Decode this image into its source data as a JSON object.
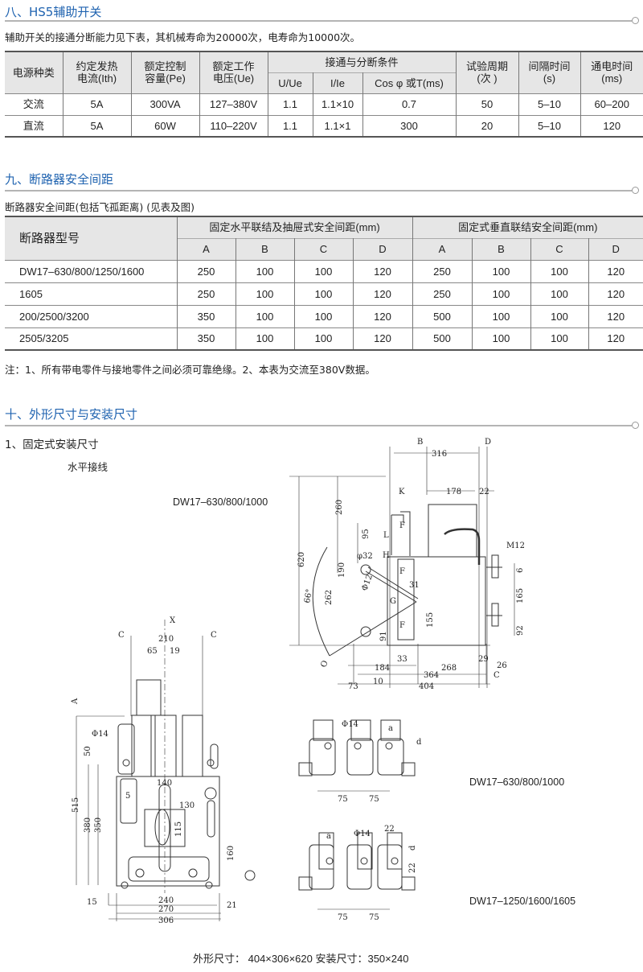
{
  "section8": {
    "title": "八、HS5辅助开关",
    "intro": "辅助开关的接通分断能力见下表，其机械寿命为20000次，电寿命为10000次。",
    "headers": {
      "power_type": "电源种类",
      "ith": [
        "约定发热",
        "电流(Ith)"
      ],
      "pe": [
        "额定控制",
        "容量(Pe)"
      ],
      "ue": [
        "额定工作",
        "电压(Ue)"
      ],
      "conditions": "接通与分断条件",
      "u_ue": "U/Ue",
      "i_ie": "I/Ie",
      "cos": "Cos φ 或T(ms)",
      "cycles": [
        "试验周期",
        "(次 )"
      ],
      "interval": [
        "间隔时间",
        "(s)"
      ],
      "on_time": [
        "通电时间",
        "(ms)"
      ]
    },
    "rows": [
      [
        "交流",
        "5A",
        "300VA",
        "127–380V",
        "1.1",
        "1.1×10",
        "0.7",
        "50",
        "5–10",
        "60–200"
      ],
      [
        "直流",
        "5A",
        "60W",
        "110–220V",
        "1.1",
        "1.1×1",
        "300",
        "20",
        "5–10",
        "120"
      ]
    ]
  },
  "section9": {
    "title": "九、断路器安全间距",
    "intro": "断路器安全间距(包括飞孤距离) (见表及图)",
    "headers": {
      "model": "断路器型号",
      "horizontal": "固定水平联结及抽屉式安全间距(mm)",
      "vertical": "固定式垂直联结安全间距(mm)",
      "cols": [
        "A",
        "B",
        "C",
        "D",
        "A",
        "B",
        "C",
        "D"
      ]
    },
    "rows": [
      [
        "DW17–630/800/1250/1600",
        "250",
        "100",
        "100",
        "120",
        "250",
        "100",
        "100",
        "120"
      ],
      [
        "1605",
        "250",
        "100",
        "100",
        "120",
        "250",
        "100",
        "100",
        "120"
      ],
      [
        "200/2500/3200",
        "350",
        "100",
        "100",
        "120",
        "500",
        "100",
        "100",
        "120"
      ],
      [
        "2505/3205",
        "350",
        "100",
        "100",
        "120",
        "500",
        "100",
        "100",
        "120"
      ]
    ],
    "note": "注：1、所有带电零件与接地零件之间必须可靠绝缘。2、本表为交流至380V数据。"
  },
  "section10": {
    "title": "十、外形尺寸与安装尺寸",
    "sub1": "1、固定式安装尺寸",
    "wiring": "水平接线",
    "model_side": "DW17–630/800/1000",
    "model_mid": "DW17–630/800/1000",
    "model_bottom": "DW17–1250/1600/1605",
    "summary": "外形尺寸：  404×306×620     安装尺寸：350×240",
    "side_labels": {
      "B": "B",
      "D": "D",
      "d316": "316",
      "d178": "178",
      "d22": "22",
      "K": "K",
      "d260": "260",
      "F": "F",
      "L": "L",
      "d95": "95",
      "d620": "620",
      "phi32": "φ32",
      "H": "H",
      "d190": "190",
      "phi12": "Φ12",
      "d31": "31",
      "G": "G",
      "d66": "66°",
      "d262": "262",
      "d155": "155",
      "d91": "91",
      "M12": "M12",
      "d6": "6",
      "d165": "165",
      "d92": "92",
      "O": "O",
      "d33": "33",
      "d184": "184",
      "d268": "268",
      "d29": "29",
      "d26": "26",
      "d364": "364",
      "C": "C",
      "d73": "73",
      "d10": "10",
      "d404": "404"
    },
    "front_labels": {
      "X": "X",
      "C": "C",
      "d210": "210",
      "d65": "65",
      "d19": "19",
      "A": "A",
      "phi14": "Φ14",
      "d50": "50",
      "d140": "140",
      "d5": "5",
      "d130": "130",
      "d515": "515",
      "d380": "380",
      "d350": "350",
      "d115": "115",
      "d160": "160",
      "d15": "15",
      "d240": "240",
      "d270": "270",
      "d21": "21",
      "d306": "306"
    },
    "bus_labels": {
      "phi14": "Φ14",
      "a": "a",
      "d": "d",
      "d75": "75",
      "d22": "22"
    }
  }
}
